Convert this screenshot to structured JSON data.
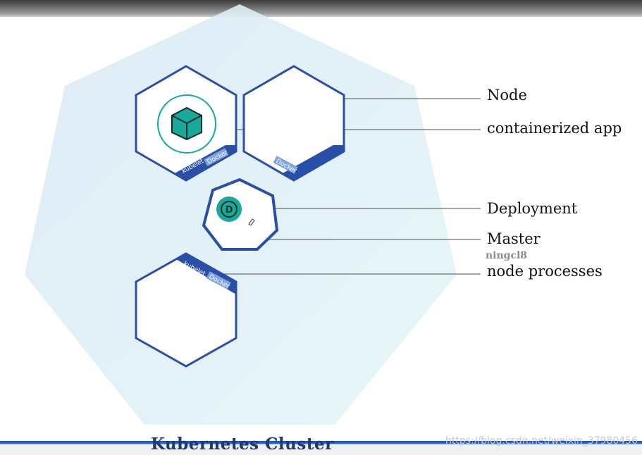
{
  "labels": {
    "node": "Node",
    "containerized_app": "containerized app",
    "deployment": "Deployment",
    "master": "Master",
    "node_processes": "node processes"
  },
  "caption": "Kubernetes  Cluster",
  "watermark": "ningcl8",
  "url": "https://blog.csdn.net/weixin_37980456",
  "tags": {
    "kubelet": "kubelet",
    "docker": "Docker"
  },
  "deployment_icon": "D",
  "colors": {
    "border": "#2a4fa8",
    "teal": "#18a99a",
    "cluster_bg": "#e3f2f6"
  }
}
